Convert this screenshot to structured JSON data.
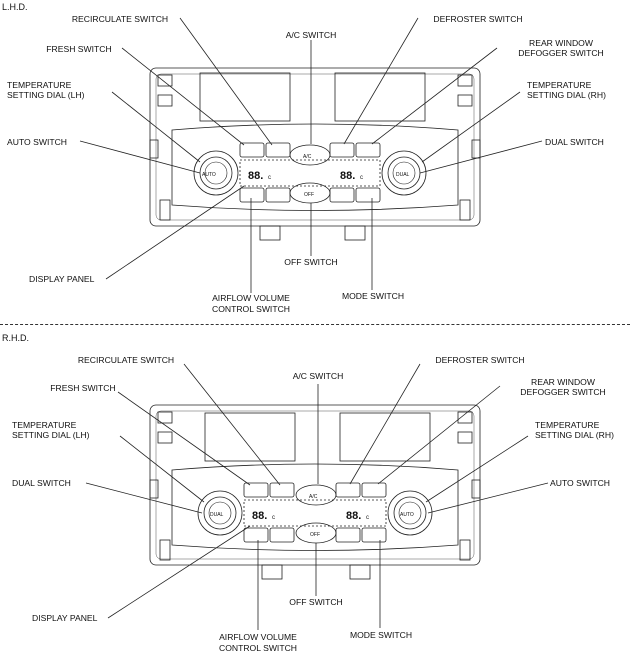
{
  "sections": [
    {
      "heading": "L.H.D.",
      "labels": {
        "recirculate": "RECIRCULATE SWITCH",
        "fresh": "FRESH SWITCH",
        "ac": "A/C SWITCH",
        "defroster": "DEFROSTER SWITCH",
        "rear_defogger_1": "REAR WINDOW",
        "rear_defogger_2": "DEFOGGER SWITCH",
        "temp_lh_1": "TEMPERATURE",
        "temp_lh_2": "SETTING DIAL (LH)",
        "temp_rh_1": "TEMPERATURE",
        "temp_rh_2": "SETTING DIAL (RH)",
        "left_switch": "AUTO SWITCH",
        "right_switch": "DUAL SWITCH",
        "display": "DISPLAY PANEL",
        "off": "OFF SWITCH",
        "airflow_1": "AIRFLOW VOLUME",
        "airflow_2": "CONTROL SWITCH",
        "mode": "MODE SWITCH"
      },
      "panel": {
        "left_dial": "AUTO",
        "right_dial": "DUAL",
        "ac_btn": "A/C",
        "off_btn": "OFF",
        "temp_left": "88.",
        "temp_right": "88.",
        "temp_unit": "c"
      }
    },
    {
      "heading": "R.H.D.",
      "labels": {
        "recirculate": "RECIRCULATE SWITCH",
        "fresh": "FRESH SWITCH",
        "ac": "A/C SWITCH",
        "defroster": "DEFROSTER SWITCH",
        "rear_defogger_1": "REAR WINDOW",
        "rear_defogger_2": "DEFOGGER SWITCH",
        "temp_lh_1": "TEMPERATURE",
        "temp_lh_2": "SETTING DIAL (LH)",
        "temp_rh_1": "TEMPERATURE",
        "temp_rh_2": "SETTING DIAL (RH)",
        "left_switch": "DUAL SWITCH",
        "right_switch": "AUTO SWITCH",
        "display": "DISPLAY PANEL",
        "off": "OFF SWITCH",
        "airflow_1": "AIRFLOW VOLUME",
        "airflow_2": "CONTROL SWITCH",
        "mode": "MODE SWITCH"
      },
      "panel": {
        "left_dial": "DUAL",
        "right_dial": "AUTO",
        "ac_btn": "A/C",
        "off_btn": "OFF",
        "temp_left": "88.",
        "temp_right": "88.",
        "temp_unit": "c"
      }
    }
  ]
}
